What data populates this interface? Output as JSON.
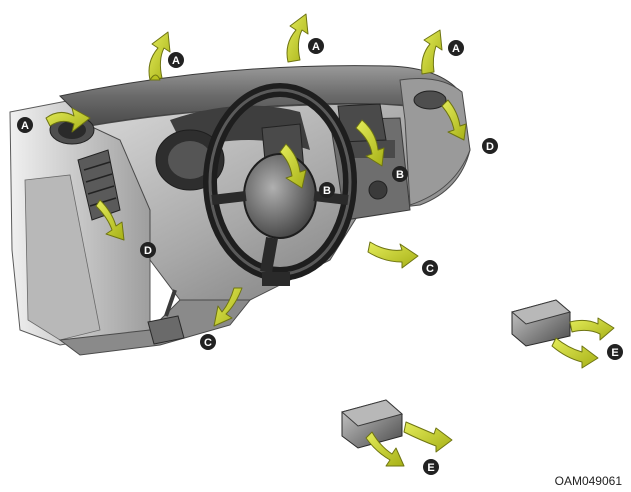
{
  "figure": {
    "code": "OAM049061",
    "colors": {
      "arrow_fill": "#c8d224",
      "arrow_stroke": "#6e7412",
      "badge_fill": "#222222",
      "badge_text": "#ffffff",
      "panel_dark": "#3a3a3a",
      "panel_mid": "#8a8a8a",
      "panel_light": "#d6d6d6"
    }
  },
  "outlets": [
    {
      "label": "A"
    },
    {
      "label": "A"
    },
    {
      "label": "A"
    },
    {
      "label": "A"
    },
    {
      "label": "B"
    },
    {
      "label": "B"
    },
    {
      "label": "C"
    },
    {
      "label": "C"
    },
    {
      "label": "D"
    },
    {
      "label": "D"
    },
    {
      "label": "E"
    },
    {
      "label": "E"
    }
  ]
}
